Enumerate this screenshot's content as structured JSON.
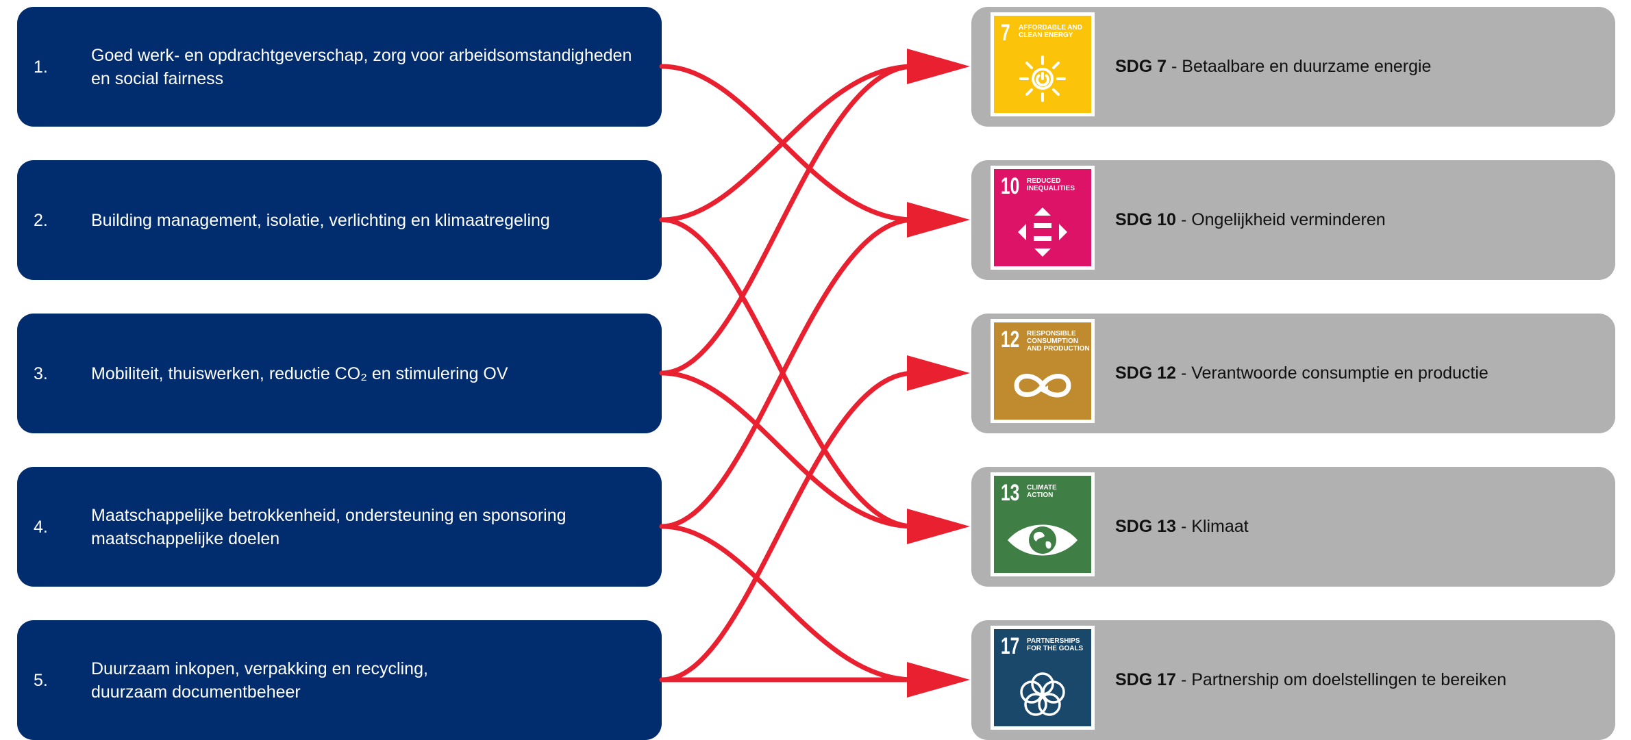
{
  "colors": {
    "topic_bg": "#012c6e",
    "sdg_panel_bg": "#b1b1b1",
    "arrow": "#e8202f",
    "sdg7": "#fcc30b",
    "sdg10": "#dd1367",
    "sdg12": "#bf8b2e",
    "sdg13": "#3f7e44",
    "sdg17": "#19486a"
  },
  "topics": [
    {
      "num": "1.",
      "lines": [
        "Goed werk- en opdrachtgeverschap, zorg voor arbeidsomstandigheden",
        "en social fairness"
      ]
    },
    {
      "num": "2.",
      "lines": [
        "Building management, isolatie, verlichting en klimaatregeling"
      ]
    },
    {
      "num": "3.",
      "lines": [
        "Mobiliteit, thuiswerken, reductie CO₂ en stimulering OV"
      ]
    },
    {
      "num": "4.",
      "lines": [
        "Maatschappelijke betrokkenheid, ondersteuning en sponsoring",
        "maatschappelijke doelen"
      ]
    },
    {
      "num": "5.",
      "lines": [
        "Duurzaam inkopen, verpakking en recycling,",
        "duurzaam documentbeheer"
      ]
    }
  ],
  "sdgs": [
    {
      "tile_number": "7",
      "tile_caption": "AFFORDABLE AND\nCLEAN ENERGY",
      "icon": "sun-power-icon",
      "code": "SDG 7",
      "title": "- Betaalbare en duurzame energie"
    },
    {
      "tile_number": "10",
      "tile_caption": "REDUCED\nINEQUALITIES",
      "icon": "equality-arrows-icon",
      "code": "SDG 10",
      "title": "- Ongelijkheid verminderen"
    },
    {
      "tile_number": "12",
      "tile_caption": "RESPONSIBLE\nCONSUMPTION\nAND PRODUCTION",
      "icon": "infinity-loop-icon",
      "code": "SDG 12",
      "title": "- Verantwoorde consumptie en productie"
    },
    {
      "tile_number": "13",
      "tile_caption": "CLIMATE\nACTION",
      "icon": "globe-eye-icon",
      "code": "SDG 13",
      "title": "- Klimaat"
    },
    {
      "tile_number": "17",
      "tile_caption": "PARTNERSHIPS\nFOR THE GOALS",
      "icon": "interlinked-rings-icon",
      "code": "SDG 17",
      "title": "- Partnership om doelstellingen te bereiken"
    }
  ],
  "connections": [
    {
      "from": "1.",
      "to": "SDG 10"
    },
    {
      "from": "2.",
      "to": "SDG 7"
    },
    {
      "from": "2.",
      "to": "SDG 13"
    },
    {
      "from": "3.",
      "to": "SDG 7"
    },
    {
      "from": "3.",
      "to": "SDG 13"
    },
    {
      "from": "4.",
      "to": "SDG 10"
    },
    {
      "from": "4.",
      "to": "SDG 17"
    },
    {
      "from": "5.",
      "to": "SDG 12"
    },
    {
      "from": "5.",
      "to": "SDG 17"
    }
  ]
}
